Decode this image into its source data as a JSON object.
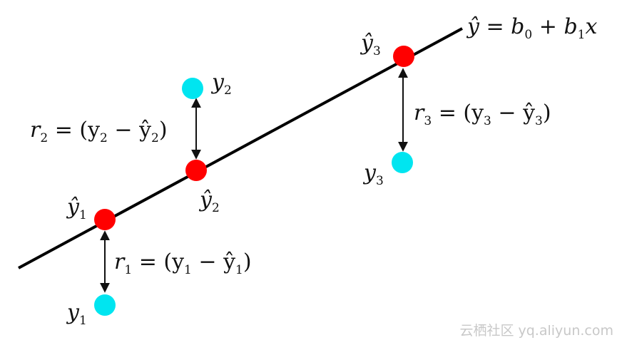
{
  "regression_line": {
    "equation": "ŷ = b₀ + b₁x",
    "label_parts": {
      "yhat": "ŷ",
      "eq": " = ",
      "b0": "b",
      "b0_sub": "0",
      "plus": " + ",
      "b1": "b",
      "b1_sub": "1",
      "x": "x"
    }
  },
  "observations": [
    {
      "id": 1,
      "actual_label": "y",
      "actual_sub": "1",
      "fitted_label": "ŷ",
      "fitted_sub": "1",
      "residual_label": "r",
      "residual_sub": "1",
      "residual_expr": " = (y",
      "residual_expr2": " − ŷ",
      "residual_close": ")"
    },
    {
      "id": 2,
      "actual_label": "y",
      "actual_sub": "2",
      "fitted_label": "ŷ",
      "fitted_sub": "2",
      "residual_label": "r",
      "residual_sub": "2",
      "residual_expr": " = (y",
      "residual_expr2": " − ŷ",
      "residual_close": ")"
    },
    {
      "id": 3,
      "actual_label": "y",
      "actual_sub": "3",
      "fitted_label": "ŷ",
      "fitted_sub": "3",
      "residual_label": "r",
      "residual_sub": "3",
      "residual_expr": " = (y",
      "residual_expr2": " − ŷ",
      "residual_close": ")"
    }
  ],
  "colors": {
    "fitted_point": "#ff0000",
    "actual_point": "#00e5f0",
    "line": "#000000",
    "arrow": "#111111"
  },
  "watermark": "云栖社区 yq.aliyun.com"
}
